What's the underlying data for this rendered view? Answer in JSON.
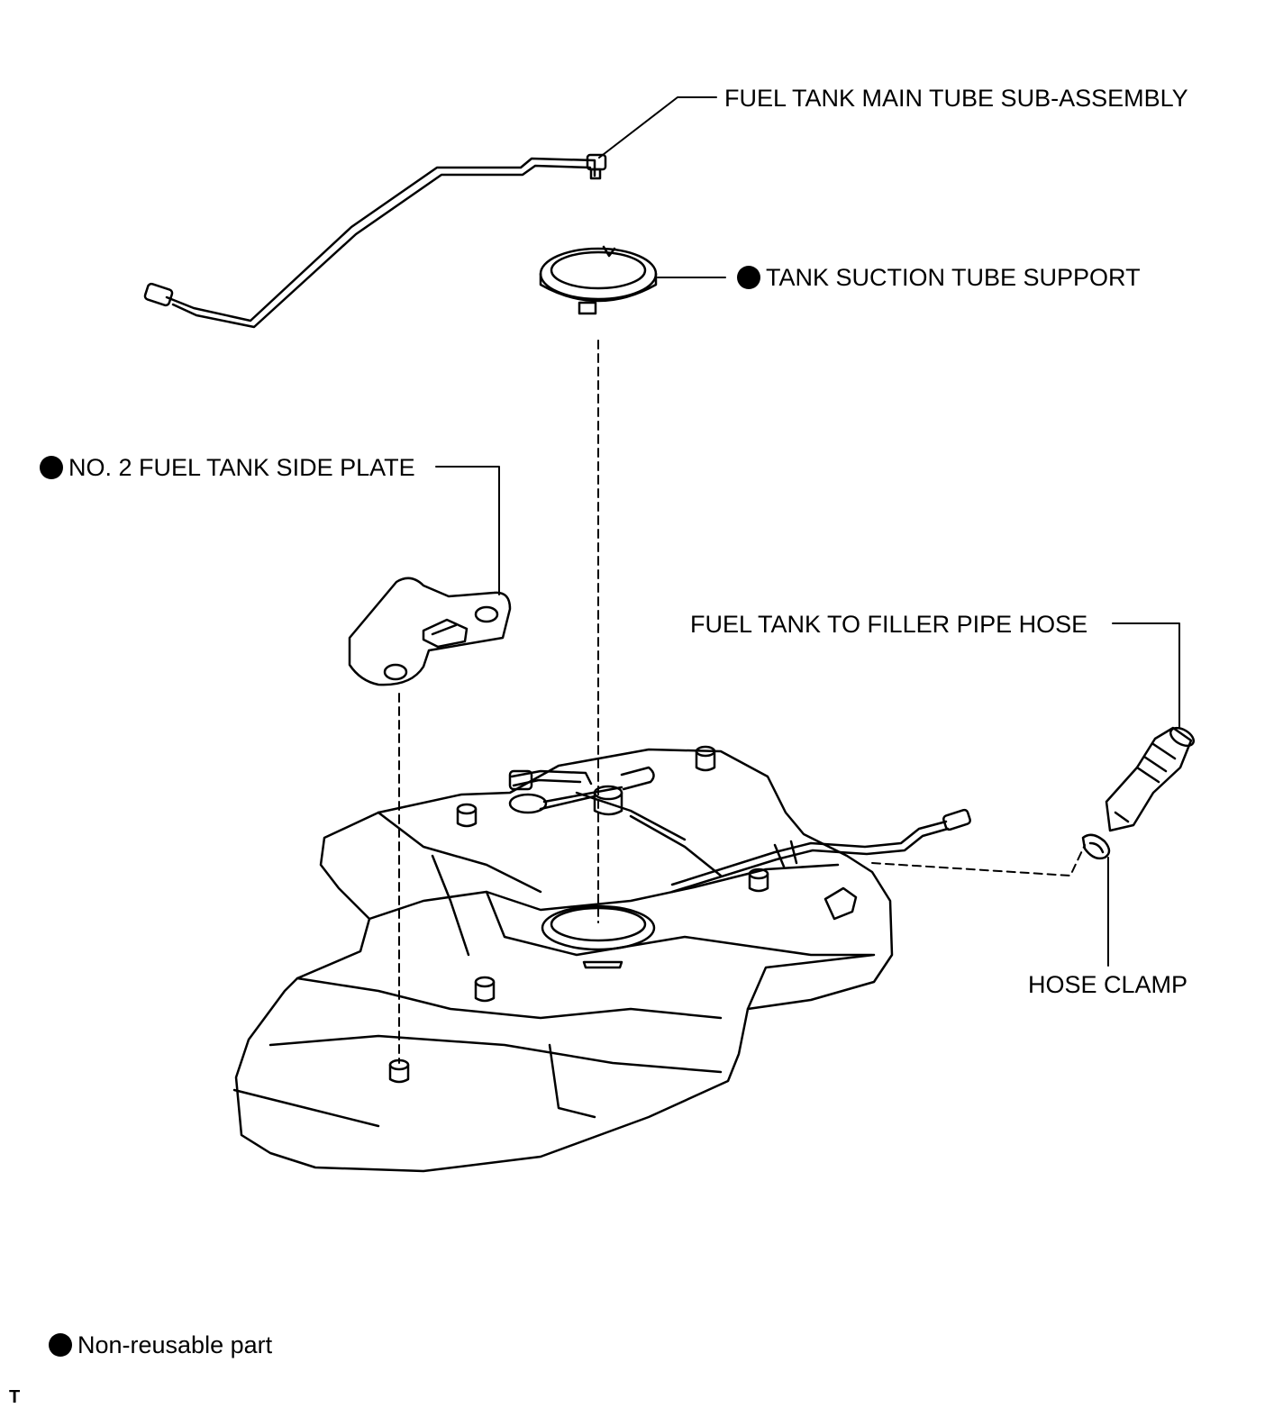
{
  "labels": {
    "main_tube": "FUEL TANK MAIN TUBE SUB-ASSEMBLY",
    "suction_support": "TANK SUCTION TUBE SUPPORT",
    "side_plate": "NO. 2 FUEL TANK SIDE PLATE",
    "filler_hose": "FUEL TANK TO FILLER PIPE HOSE",
    "hose_clamp": "HOSE CLAMP"
  },
  "legend": {
    "text": "Non-reusable part",
    "marker": "filled-circle"
  },
  "corner_code": "T",
  "colors": {
    "line": "#000000",
    "background": "#ffffff"
  }
}
